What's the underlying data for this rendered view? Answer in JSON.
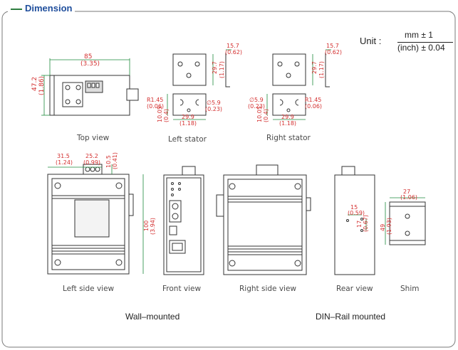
{
  "header": {
    "title": "Dimension"
  },
  "unit": {
    "prefix": "Unit :",
    "numerator": "mm ± 1",
    "denominator": "(inch) ± 0.04"
  },
  "dims": {
    "top_w": "85",
    "top_w_in": "(3.35)",
    "top_h": "47.2",
    "top_h_in": "(1.86)",
    "ls_w": "15.7",
    "ls_w_in": "(0.62)",
    "ls_h": "29.7",
    "ls_h_in": "(1.17)",
    "ls_r": "R1.45",
    "ls_r_in": "(0.06)",
    "ls_d": "∅5.9",
    "ls_d_in": "(0.23)",
    "ls_b": "29.9",
    "ls_b_in": "(1.18)",
    "ls_v": "10.05",
    "ls_v_in": "(0.4)",
    "rs_w": "15.7",
    "rs_w_in": "(0.62)",
    "rs_h": "29.7",
    "rs_h_in": "(1.17)",
    "rs_d": "∅5.9",
    "rs_d_in": "(0.23)",
    "rs_r": "R1.45",
    "rs_r_in": "(0.06)",
    "rs_b": "29.9",
    "rs_b_in": "(1.18)",
    "rs_v": "10.05",
    "rs_v_in": "(0.4)",
    "sv_a": "31.5",
    "sv_a_in": "(1.24)",
    "sv_b": "25.2",
    "sv_b_in": "(0.99)",
    "sv_c": "10.5",
    "sv_c_in": "(0.41)",
    "sv_h": "100",
    "sv_h_in": "(3.94)",
    "rv_a": "15",
    "rv_a_in": "(0.59)",
    "rv_b": "17",
    "rv_b_in": "(0.67)",
    "sh_w": "27",
    "sh_w_in": "(1.06)",
    "sh_h": "49",
    "sh_h_in": "(1.93)"
  },
  "views": {
    "top": "Top view",
    "left_stator": "Left stator",
    "right_stator": "Right stator",
    "left_side": "Left side view",
    "front": "Front view",
    "right_side": "Right side view",
    "rear": "Rear view",
    "shim": "Shim"
  },
  "groups": {
    "wall": "Wall–mounted",
    "din": "DIN–Rail mounted"
  },
  "colors": {
    "header": "#1f4e9c",
    "accent": "#2e7d3f",
    "dim_red": "#d32f2f",
    "dim_green": "#1e8a3c",
    "line": "#333333"
  }
}
